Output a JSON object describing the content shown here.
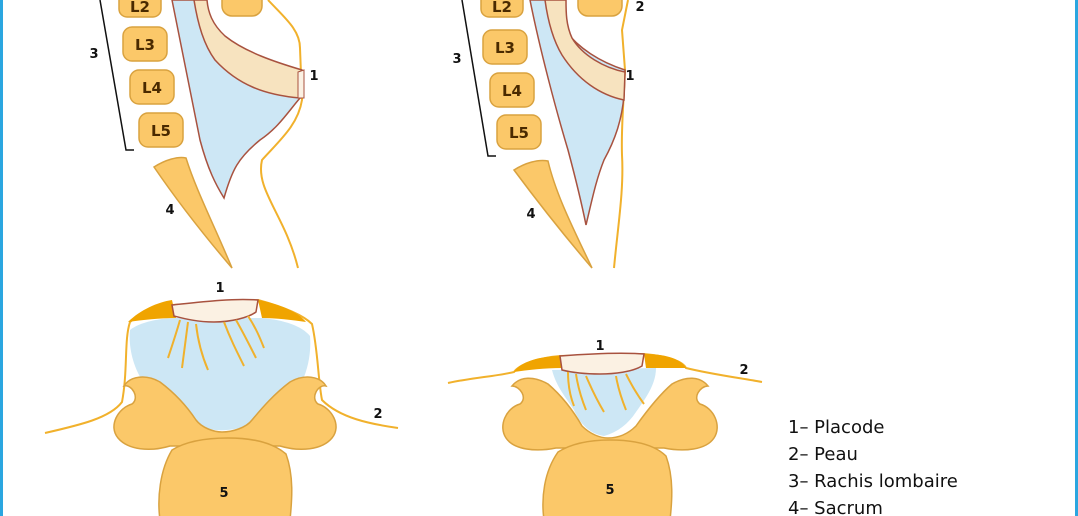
{
  "colors": {
    "frame": "#2aa6e0",
    "bone": "#fbc869",
    "bone_stroke": "#d9a23f",
    "csf": "#cde7f5",
    "cord": "#f7e3bf",
    "outline": "#a8523f",
    "skin": "#f1b12c",
    "skin_dark": "#f0a400",
    "placode": "#fbf1e3",
    "nerve": "#f0b12c"
  },
  "vertebrae": [
    "L2",
    "L3",
    "L4",
    "L5"
  ],
  "sagittal_left": {
    "label_rachis": "3",
    "label_sacrum": "4",
    "label_placode": "1"
  },
  "sagittal_right": {
    "label_rachis": "3",
    "label_sacrum": "4",
    "label_placode": "1",
    "label_skin": "2"
  },
  "axial_left": {
    "label_placode": "1",
    "label_skin": "2",
    "label_body": "5"
  },
  "axial_right": {
    "label_placode": "1",
    "label_skin": "2",
    "label_body": "5"
  },
  "legend": [
    "1– Placode",
    "2– Peau",
    "3– Rachis lombaire",
    "4– Sacrum"
  ]
}
